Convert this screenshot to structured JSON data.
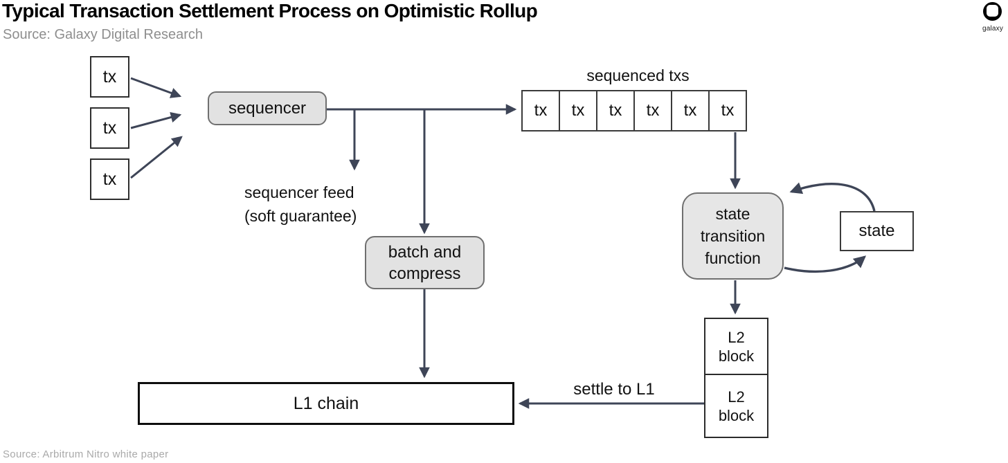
{
  "header": {
    "title": "Typical Transaction Settlement Process on Optimistic Rollup",
    "source": "Source: Galaxy Digital Research"
  },
  "logo": {
    "label": "galaxy"
  },
  "diagram": {
    "input_txs": [
      "tx",
      "tx",
      "tx"
    ],
    "sequencer": "sequencer",
    "sequenced_txs_label": "sequenced txs",
    "sequenced_txs": [
      "tx",
      "tx",
      "tx",
      "tx",
      "tx",
      "tx"
    ],
    "sequencer_feed": {
      "line1": "sequencer feed",
      "line2": "(soft guarantee)"
    },
    "batch": {
      "line1": "batch and",
      "line2": "compress"
    },
    "stf": {
      "line1": "state",
      "line2": "transition",
      "line3": "function"
    },
    "state": "state",
    "l2_block": {
      "line1": "L2",
      "line2": "block"
    },
    "l1_chain": "L1 chain",
    "settle_label": "settle to L1",
    "colors": {
      "arrow": "#3e4557",
      "node_fill": "#e2e2e2",
      "node_border": "#6f6f6f",
      "box_border": "#2e2e2e"
    }
  },
  "footer": {
    "source": "Source: Arbitrum Nitro white paper"
  }
}
